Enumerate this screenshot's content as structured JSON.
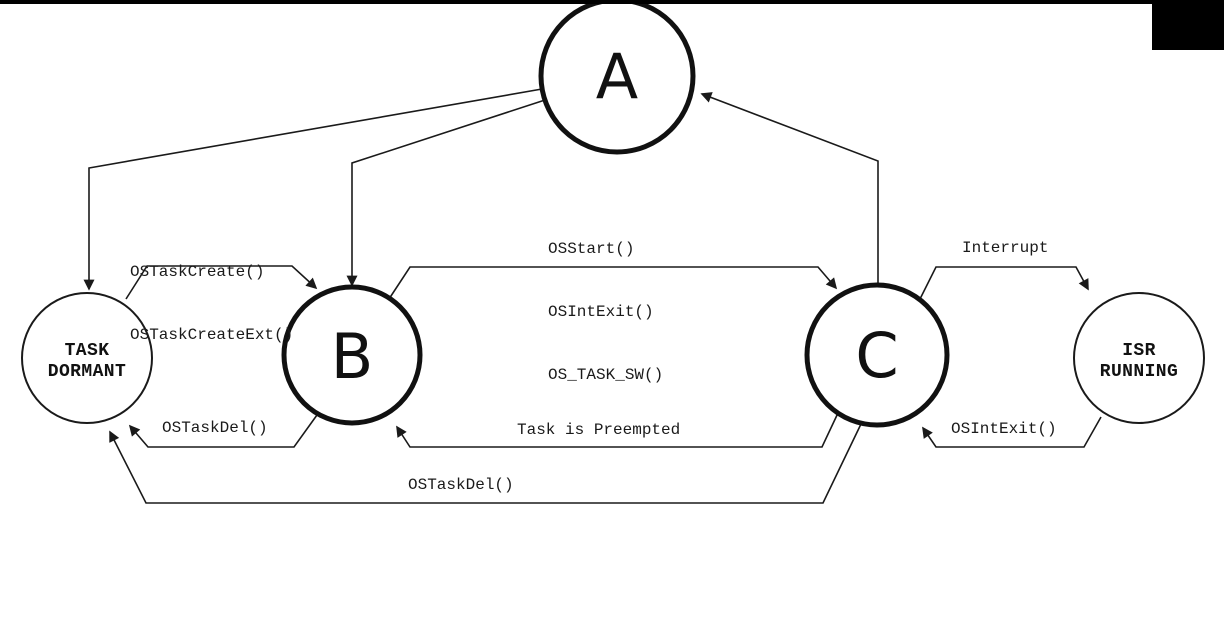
{
  "diagram": {
    "nodes": {
      "a": {
        "label": "A"
      },
      "b": {
        "label": "B"
      },
      "c": {
        "label": "C"
      },
      "task_dormant": {
        "line1": "TASK",
        "line2": "DORMANT"
      },
      "isr_running": {
        "line1": "ISR",
        "line2": "RUNNING"
      }
    },
    "edges": {
      "dormant_to_b": {
        "line1": "OSTaskCreate()",
        "line2": "OSTaskCreateExt()"
      },
      "b_to_c": {
        "line1": "OSStart()",
        "line2": "OSIntExit()",
        "line3": "OS_TASK_SW()"
      },
      "c_to_isr": {
        "label": "Interrupt"
      },
      "isr_to_c": {
        "label": "OSIntExit()"
      },
      "c_to_b": {
        "label": "Task is Preempted"
      },
      "b_to_dormant": {
        "label": "OSTaskDel()"
      },
      "c_to_dormant": {
        "label": "OSTaskDel()"
      }
    },
    "colors": {
      "line": "#1a1a1a",
      "background": "#ffffff",
      "top_bar": "#000000"
    }
  }
}
